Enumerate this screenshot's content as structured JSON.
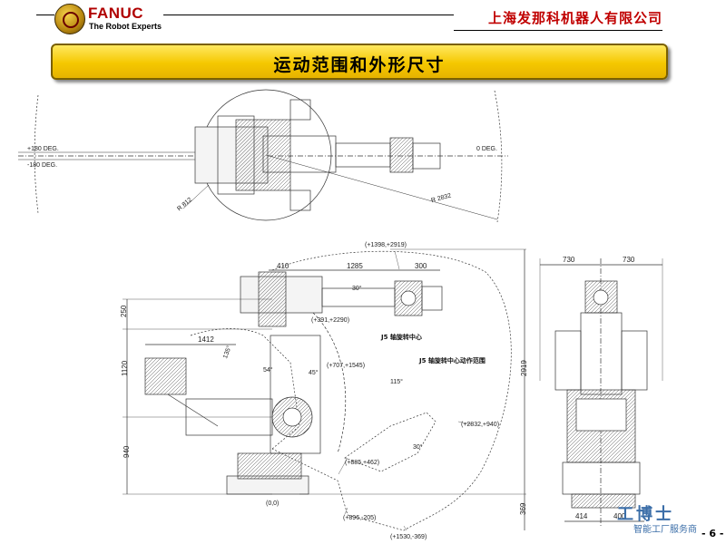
{
  "header": {
    "brand": "FANUC",
    "tagline": "The Robot Experts",
    "company": "上海发那科机器人有限公司"
  },
  "title": "运动范围和外形尺寸",
  "top_view": {
    "left_angle_top": "+180 DEG.",
    "left_angle_bottom": "-180 DEG.",
    "right_angle": "0 DEG.",
    "radius_inner": "R 812",
    "radius_outer": "R 2832"
  },
  "side_view": {
    "point_top": "(+1398,+2919)",
    "dim_410": "410",
    "dim_1285": "1285",
    "dim_300": "300",
    "angle_30": "30°",
    "point_391": "(+391,+2290)",
    "dim_250": "250",
    "dim_1412": "1412",
    "label_j5": "J5 轴旋转中心",
    "label_j5_range": "J5 轴旋转中心动作范围",
    "point_707": "(+707,+1545)",
    "angle_54": "54°",
    "angle_45": "45°",
    "angle_115": "115°",
    "angle_135": "135°",
    "angle_30b": "30°",
    "dim_1120": "1120",
    "dim_2919": "2919",
    "point_2832": "(+2832,+940)",
    "point_885": "(+885,+462)",
    "dim_940": "940",
    "origin": "(0,0)",
    "point_896": "(+896,-205)",
    "point_1530": "(+1530,-369)",
    "dim_369": "369"
  },
  "front_view": {
    "dim_left": "730",
    "dim_right": "730",
    "dim_414": "414",
    "dim_400": "400"
  },
  "watermark": {
    "main": "工博士",
    "sub": "智能工厂服务商"
  },
  "page": "- 6 -"
}
